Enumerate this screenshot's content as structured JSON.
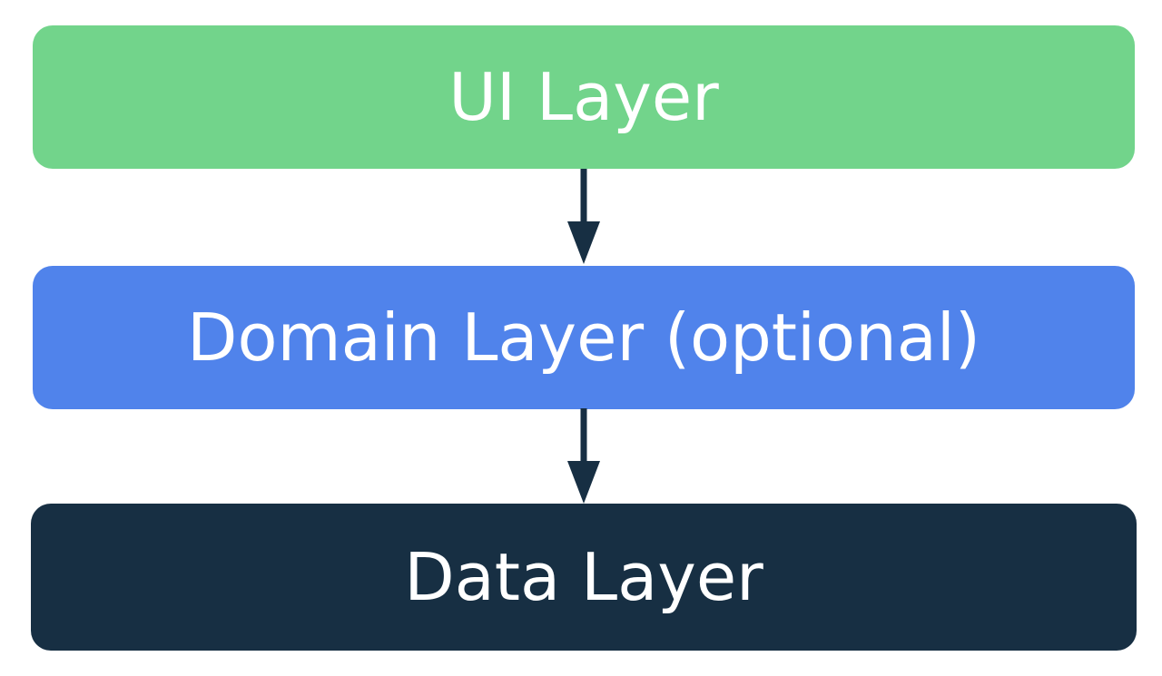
{
  "diagram": {
    "layers": [
      {
        "label": "UI Layer",
        "color": "#72d48b"
      },
      {
        "label": "Domain Layer (optional)",
        "color": "#5083eb"
      },
      {
        "label": "Data Layer",
        "color": "#172f43"
      }
    ],
    "arrow_color": "#172f43"
  }
}
